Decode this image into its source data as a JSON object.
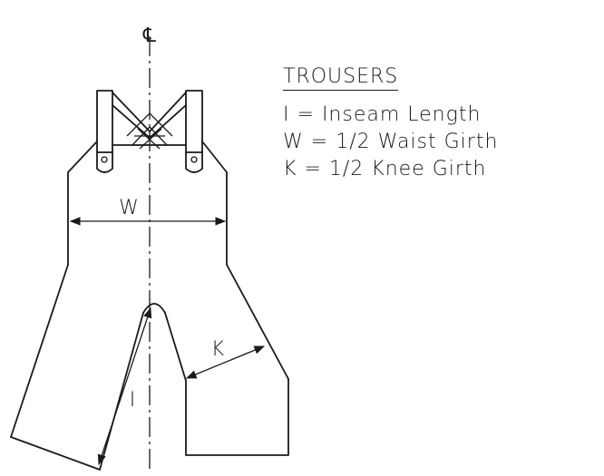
{
  "diagram": {
    "centerline_symbol": "℄",
    "dim_labels": {
      "waist": "W",
      "knee": "K",
      "inseam": "I"
    }
  },
  "legend": {
    "title": "TROUSERS",
    "items": [
      {
        "symbol": "I",
        "sep": "=",
        "text": "Inseam Length"
      },
      {
        "symbol": "W",
        "sep": "=",
        "text": "1/2 Waist Girth"
      },
      {
        "symbol": "K",
        "sep": "=",
        "text": "1/2 Knee Girth"
      }
    ]
  }
}
